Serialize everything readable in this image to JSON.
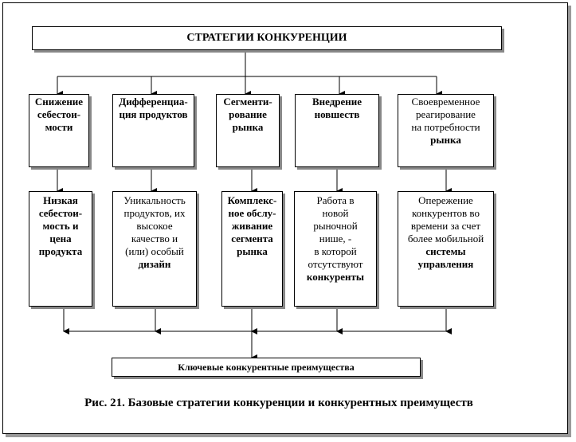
{
  "title": "СТРАТЕГИИ  КОНКУРЕНЦИИ",
  "strategies": [
    {
      "lines": [
        {
          "text": "Снижение",
          "bold": true
        },
        {
          "text": "себестои-",
          "bold": true
        },
        {
          "text": "мости",
          "bold": true
        }
      ]
    },
    {
      "lines": [
        {
          "text": "Дифференциа-",
          "bold": true
        },
        {
          "text": "ция продуктов",
          "bold": true
        }
      ]
    },
    {
      "lines": [
        {
          "text": "Сегменти-",
          "bold": true
        },
        {
          "text": "рование",
          "bold": true
        },
        {
          "text": "рынка",
          "bold": true
        }
      ]
    },
    {
      "lines": [
        {
          "text": "Внедрение",
          "bold": true
        },
        {
          "text": "новшеств",
          "bold": true
        }
      ]
    },
    {
      "lines": [
        {
          "text": "Своевременное",
          "bold": false
        },
        {
          "text": "реагирование",
          "bold": false
        },
        {
          "text": "на потребности",
          "bold": false
        },
        {
          "text": "рынка",
          "bold": true
        }
      ]
    }
  ],
  "advantages": [
    {
      "lines": [
        {
          "text": "Низкая",
          "bold": true
        },
        {
          "text": "себестои-",
          "bold": true
        },
        {
          "text": "мость и",
          "bold": true
        },
        {
          "text": "цена",
          "bold": true
        },
        {
          "text": "продукта",
          "bold": true
        }
      ]
    },
    {
      "lines": [
        {
          "text": "Уникальность",
          "bold": false
        },
        {
          "text": "продуктов, их",
          "bold": false
        },
        {
          "text": "высокое",
          "bold": false
        },
        {
          "text": "качество и",
          "bold": false
        },
        {
          "text": "(или) особый",
          "bold": false
        },
        {
          "text": "дизайн",
          "bold": true
        }
      ]
    },
    {
      "lines": [
        {
          "text": "Комплекс-",
          "bold": true
        },
        {
          "text": "ное обслу-",
          "bold": true
        },
        {
          "text": "живание",
          "bold": true
        },
        {
          "text": "сегмента",
          "bold": true
        },
        {
          "text": "рынка",
          "bold": true
        }
      ]
    },
    {
      "lines": [
        {
          "text": "Работа в",
          "bold": false
        },
        {
          "text": "новой",
          "bold": false
        },
        {
          "text": "рыночной",
          "bold": false
        },
        {
          "text": "нише, -",
          "bold": false
        },
        {
          "text": "в которой",
          "bold": false
        },
        {
          "text": "отсутствуют",
          "bold": false
        },
        {
          "text": "конкуренты",
          "bold": true
        }
      ]
    },
    {
      "lines": [
        {
          "text": "Опережение",
          "bold": false
        },
        {
          "text": "конкурентов во",
          "bold": false
        },
        {
          "text": "времени за счет",
          "bold": false
        },
        {
          "text": "более мобильной",
          "bold": false
        },
        {
          "text": "системы",
          "bold": true
        },
        {
          "text": "управления",
          "bold": true
        }
      ]
    }
  ],
  "key_advantages": "Ключевые конкурентные преимущества",
  "caption": "Рис. 21. Базовые стратегии конкуренции и конкурентных преимуществ"
}
